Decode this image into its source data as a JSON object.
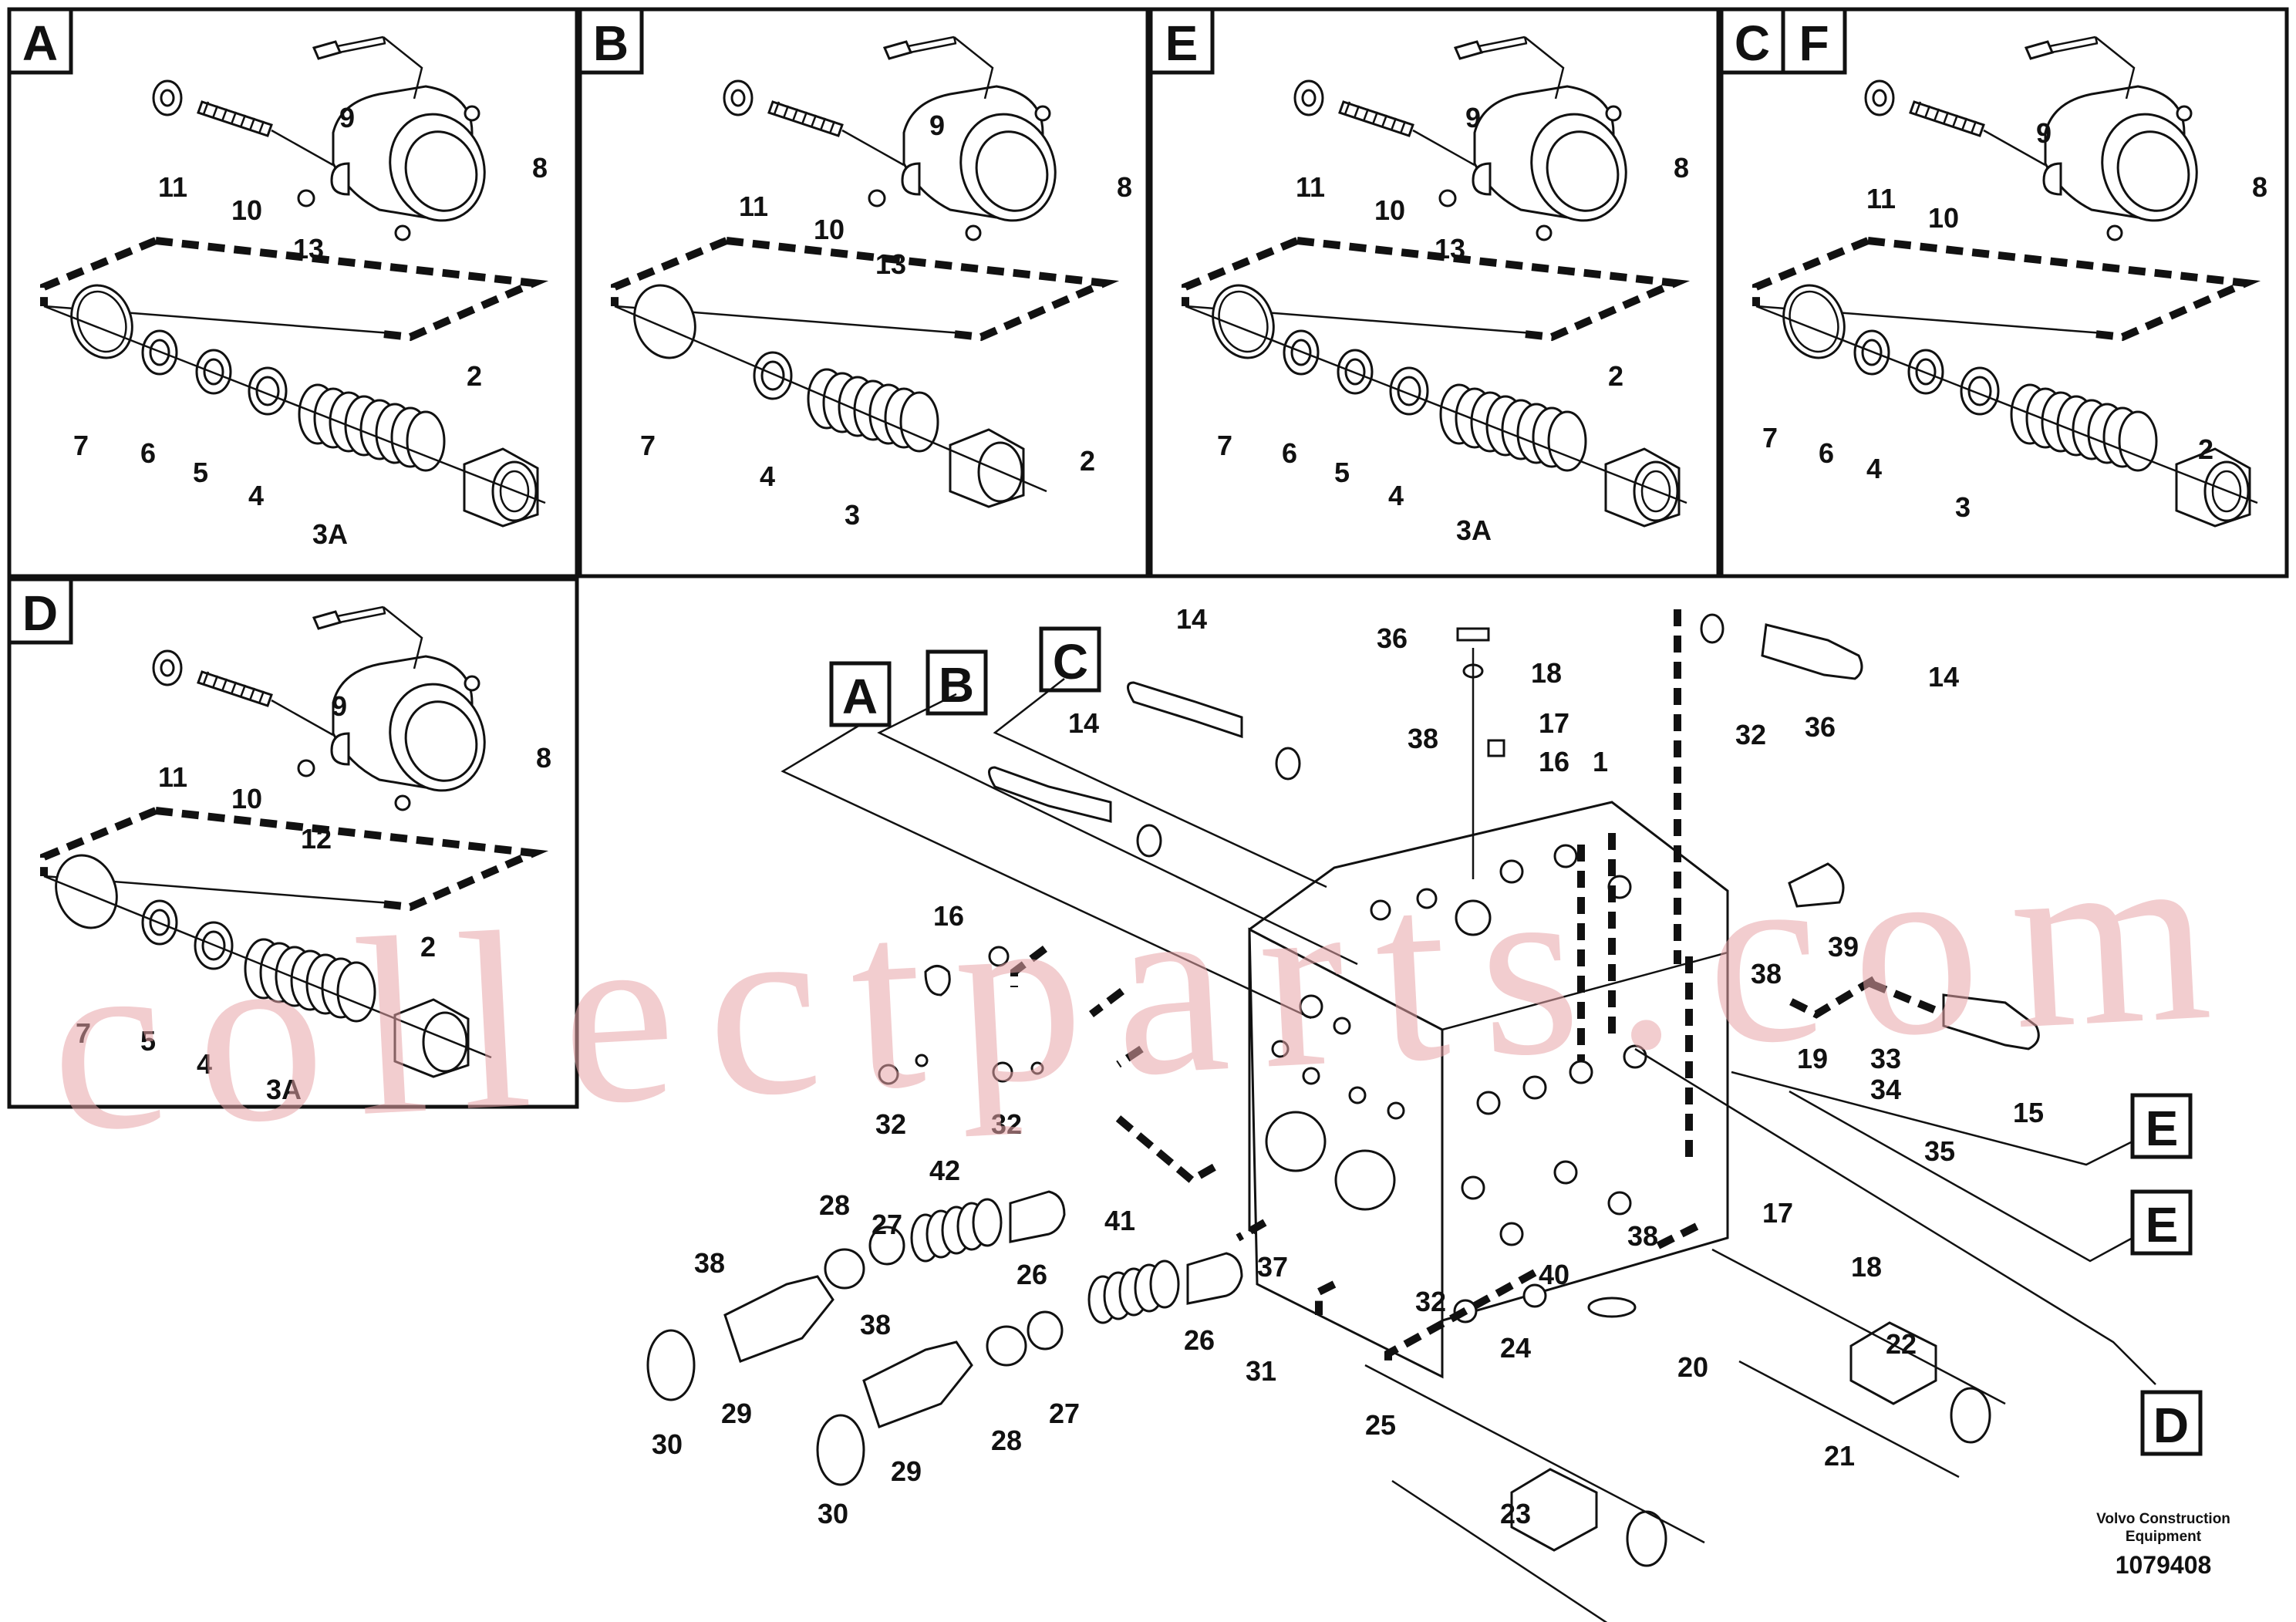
{
  "panels": [
    {
      "letter": "A",
      "extra_letter": "",
      "labels": [
        "9",
        "11",
        "10",
        "13",
        "8",
        "7",
        "6",
        "5",
        "4",
        "3A",
        "2"
      ]
    },
    {
      "letter": "B",
      "extra_letter": "",
      "labels": [
        "9",
        "11",
        "10",
        "13",
        "8",
        "7",
        "4",
        "3",
        "2"
      ]
    },
    {
      "letter": "E",
      "extra_letter": "",
      "labels": [
        "9",
        "11",
        "10",
        "13",
        "8",
        "7",
        "6",
        "5",
        "4",
        "3A",
        "2"
      ]
    },
    {
      "letter": "C",
      "extra_letter": "F",
      "labels": [
        "9",
        "11",
        "10",
        "8",
        "7",
        "6",
        "4",
        "3",
        "2"
      ]
    },
    {
      "letter": "D",
      "extra_letter": "",
      "labels": [
        "9",
        "11",
        "10",
        "12",
        "8",
        "7",
        "5",
        "4",
        "3A",
        "2"
      ]
    }
  ],
  "main": {
    "callout_letters": [
      "A",
      "B",
      "C",
      "E",
      "E",
      "D"
    ],
    "labels": [
      "14",
      "36",
      "18",
      "17",
      "16",
      "38",
      "1",
      "14",
      "32",
      "36",
      "14",
      "39",
      "16",
      "38",
      "15",
      "19",
      "33",
      "34",
      "35",
      "32",
      "32",
      "42",
      "28",
      "27",
      "38",
      "26",
      "41",
      "17",
      "38",
      "18",
      "37",
      "32",
      "29",
      "30",
      "26",
      "31",
      "40",
      "20",
      "38",
      "27",
      "28",
      "29",
      "30",
      "24",
      "22",
      "25",
      "21",
      "23"
    ]
  },
  "footer": {
    "line1": "Volvo Construction",
    "line2": "Equipment",
    "id": "1079408"
  },
  "watermark": "collectparts.com"
}
